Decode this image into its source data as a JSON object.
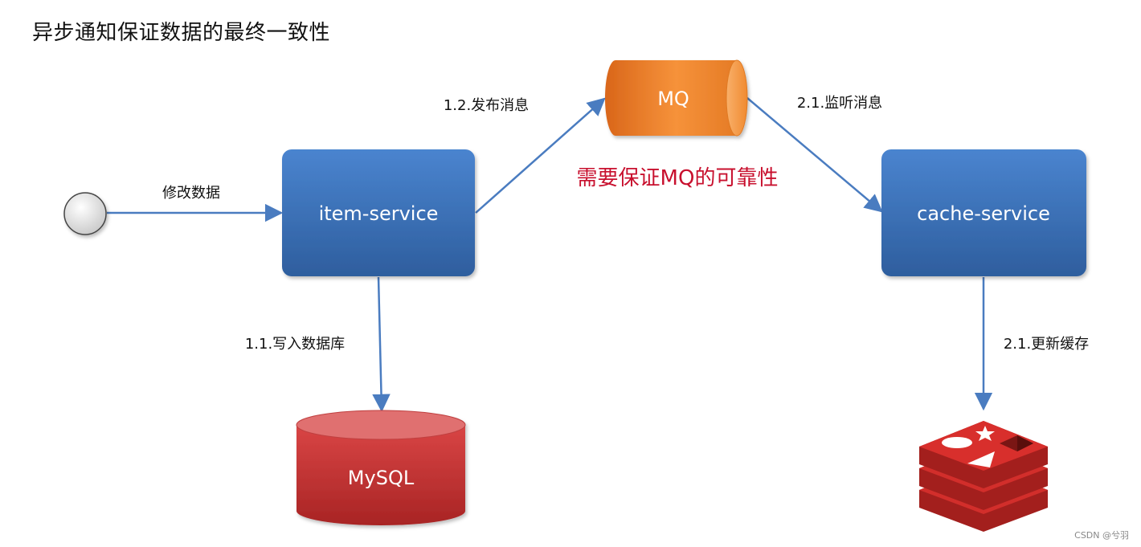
{
  "title": "异步通知保证数据的最终一致性",
  "nodes": {
    "start": {
      "label": ""
    },
    "item_service": {
      "label": "item-service"
    },
    "mq": {
      "label": "MQ"
    },
    "cache_service": {
      "label": "cache-service"
    },
    "mysql": {
      "label": "MySQL"
    },
    "redis": {
      "icon": "redis-logo-icon"
    }
  },
  "edges": {
    "modify_data": "修改数据",
    "publish_message": "1.2.发布消息",
    "listen_message": "2.1.监听消息",
    "write_db": "1.1.写入数据库",
    "update_cache": "2.1.更新缓存"
  },
  "note": "需要保证MQ的可靠性",
  "watermark": "CSDN @兮羽",
  "colors": {
    "service_box": "#3d72b8",
    "mq": "#ef8a2a",
    "mysql": "#c93a3a",
    "redis": "#d22e2b",
    "arrow": "#4a7cc0",
    "note": "#c8102e"
  }
}
